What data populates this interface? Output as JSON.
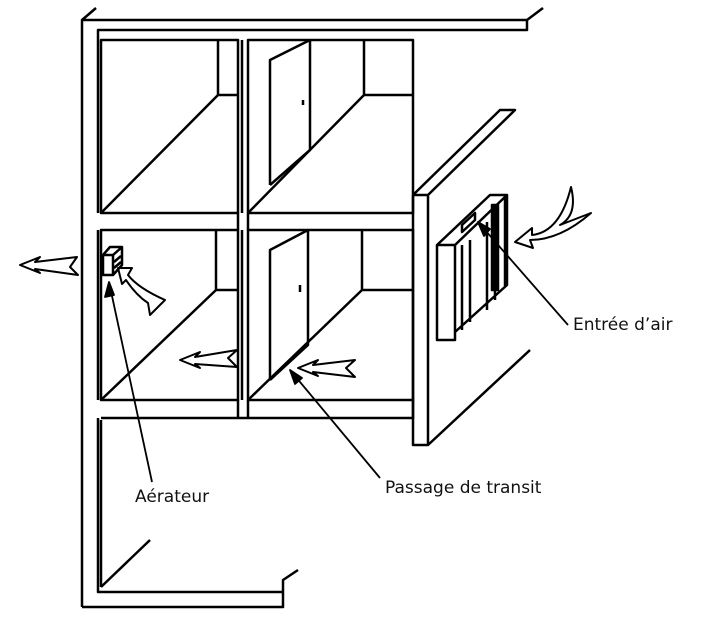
{
  "labels": {
    "air_inlet": "Entrée d’air",
    "transit_passage": "Passage de transit",
    "aerator": "Aérateur"
  }
}
